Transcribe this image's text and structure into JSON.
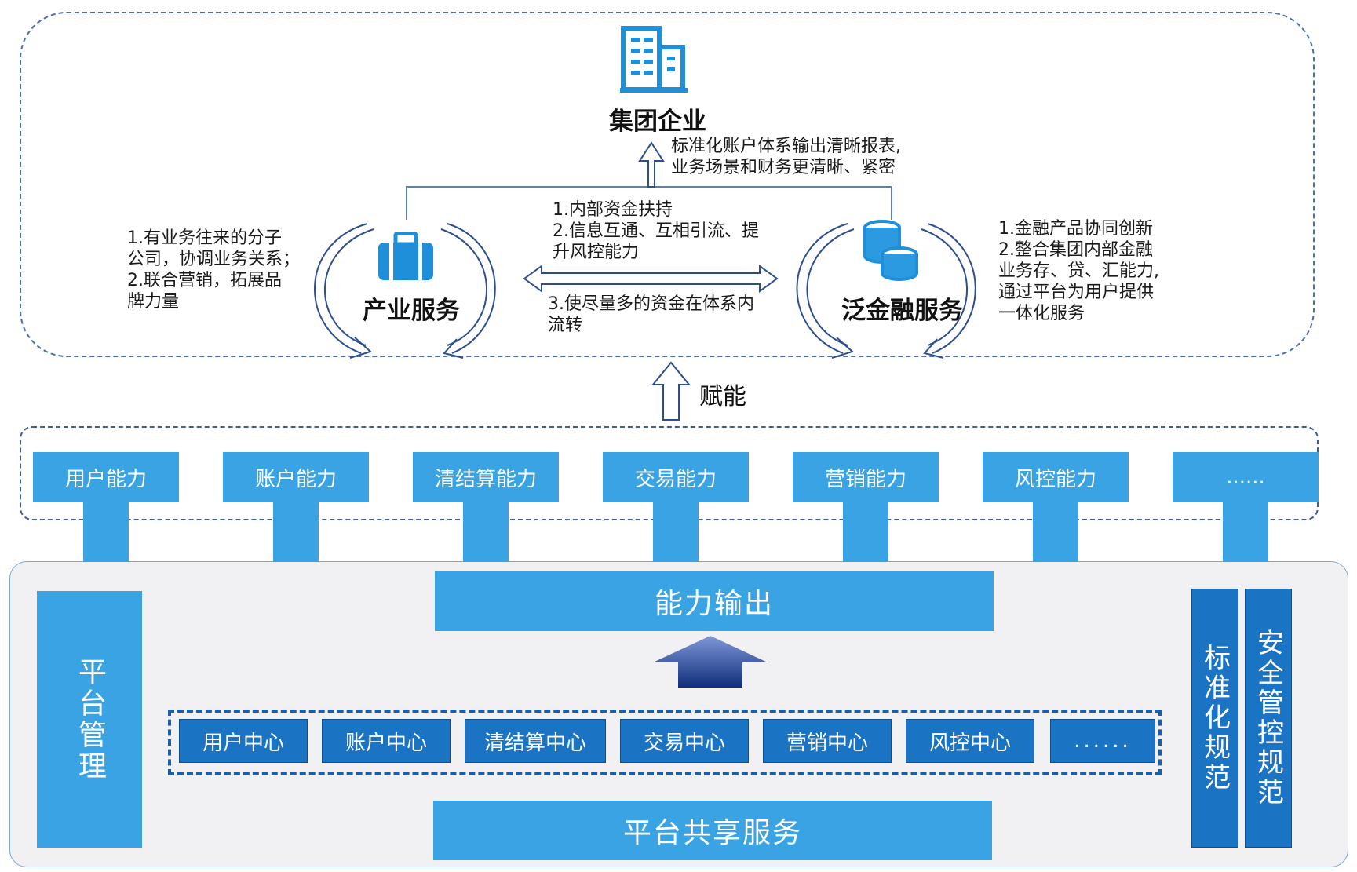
{
  "top": {
    "group_title": "集团企业",
    "group_note": "标准化账户体系输出清晰报表,\n业务场景和财务更清晰、紧密",
    "industry_title": "产业服务",
    "finance_title": "泛金融服务",
    "left_note": "1.有业务往来的分子\n公司，协调业务关系；\n2.联合营销，拓展品\n牌力量",
    "middle_note_top": "1.内部资金扶持\n2.信息互通、互相引流、提\n升风控能力",
    "middle_note_bottom": "3.使尽量多的资金在体系内\n流转",
    "right_note": "1.金融产品协同创新\n2.整合集团内部金融\n业务存、贷、汇能力,\n通过平台为用户提供\n一体化服务"
  },
  "enable_label": "赋能",
  "capabilities": [
    "用户能力",
    "账户能力",
    "清结算能力",
    "交易能力",
    "营销能力",
    "风控能力",
    "......"
  ],
  "bottom": {
    "platform_mgmt": "平台管理",
    "output_label": "能力输出",
    "centers": [
      "用户中心",
      "账户中心",
      "清结算中心",
      "交易中心",
      "营销中心",
      "风控中心",
      "......"
    ],
    "shared_services": "平台共享服务",
    "standardization": "标准化规范",
    "security": "安全管控规范"
  },
  "colors": {
    "accent": "#3aa3e3",
    "dark_accent": "#1b73c4",
    "dashed_border": "#4a6fb0",
    "panel_bg": "#f1f1f3"
  }
}
